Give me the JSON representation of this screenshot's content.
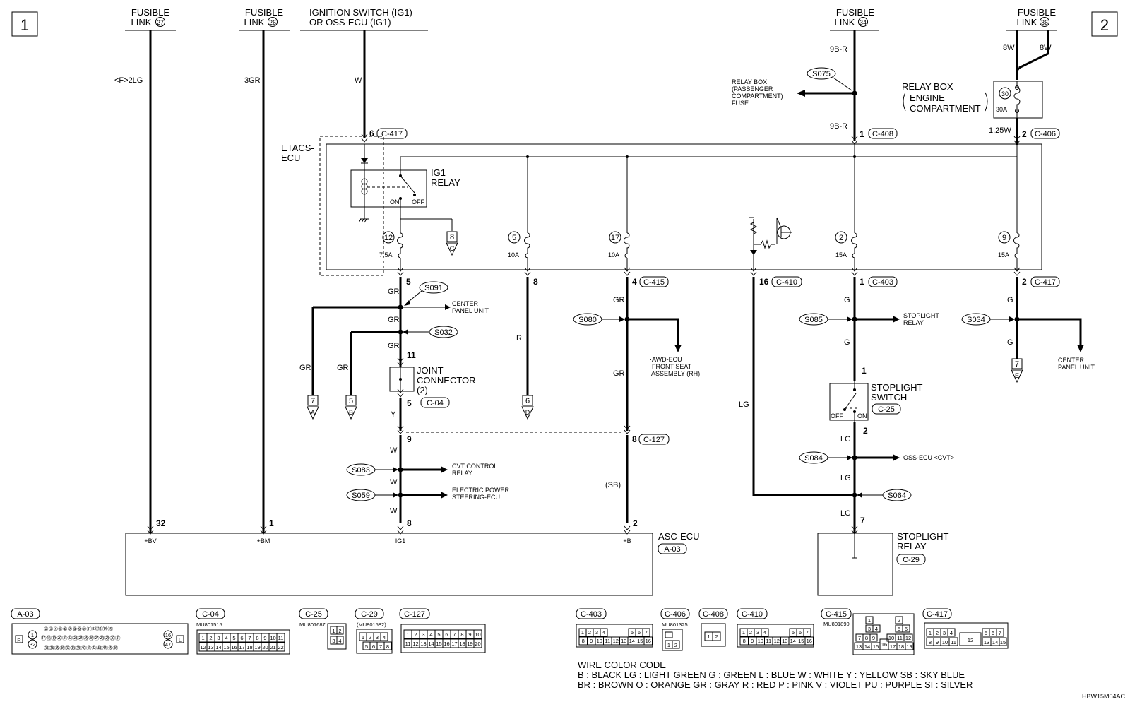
{
  "page_markers": {
    "left": "1",
    "right": "2"
  },
  "sources": {
    "fl27": {
      "line1": "FUSIBLE",
      "line2": "LINK",
      "num": "27",
      "wire": "<F>2LG",
      "pin": "32",
      "ecu_pin": "+BV"
    },
    "fl26": {
      "line1": "FUSIBLE",
      "line2": "LINK",
      "num": "26",
      "wire": "3GR",
      "pin": "1",
      "ecu_pin": "+BM"
    },
    "ign": {
      "line1": "IGNITION SWITCH (IG1)",
      "line2": "OR OSS-ECU (IG1)",
      "wire": "W",
      "pin": "6",
      "conn": "C-417"
    },
    "fl34": {
      "line1": "FUSIBLE",
      "line2": "LINK",
      "num": "34",
      "wire_top": "9B-R",
      "wire_bot": "9B-R",
      "pin": "1",
      "conn": "C-408"
    },
    "fl36": {
      "line1": "FUSIBLE",
      "line2": "LINK",
      "num": "36",
      "wire_a": "8W",
      "wire_b": "8W",
      "wire_bot": "1.25W",
      "pin": "2",
      "conn": "C-406"
    }
  },
  "relay_box_pass": {
    "line1": "RELAY BOX",
    "line2": "(PASSENGER",
    "line3": "COMPARTMENT)",
    "line4": "FUSE",
    "splice": "S075"
  },
  "relay_box_eng": {
    "line1": "RELAY BOX",
    "line2": "ENGINE",
    "line3": "COMPARTMENT",
    "fuse_num": "30",
    "fuse_amp": "30A"
  },
  "etacs": {
    "line1": "ETACS-",
    "line2": "ECU",
    "relay_line1": "IG1",
    "relay_line2": "RELAY",
    "on": "ON",
    "off": "OFF",
    "fuses": [
      {
        "num": "12",
        "amp": "7.5A"
      },
      {
        "num": "5",
        "amp": "10A"
      },
      {
        "num": "17",
        "amp": "10A"
      },
      {
        "num": "2",
        "amp": "15A"
      },
      {
        "num": "9",
        "amp": "15A"
      }
    ],
    "to_c": {
      "pin": "8",
      "letter": "C"
    }
  },
  "connections": {
    "c1": {
      "pin": "5"
    },
    "c2": {
      "pin": "8"
    },
    "c3": {
      "pin": "4",
      "conn": "C-415"
    },
    "c4": {
      "pin": "16",
      "conn": "C-410"
    },
    "c5": {
      "pin": "1",
      "conn": "C-403"
    },
    "c6": {
      "pin": "2",
      "conn": "C-417"
    }
  },
  "ig1_branch": {
    "s091": "S091",
    "center_panel_1": "CENTER",
    "center_panel_2": "PANEL UNIT",
    "s032": "S032",
    "wire_gr": "GR",
    "to_a": {
      "pin": "7",
      "letter": "A"
    },
    "to_b": {
      "pin": "5",
      "letter": "B"
    },
    "joint_pin_top": "11",
    "joint_1": "JOINT",
    "joint_2": "CONNECTOR",
    "joint_3": "(2)",
    "joint_pin_bot": "5",
    "joint_conn": "C-04",
    "wire_y": "Y",
    "pin_9": "9",
    "wire_w": "W",
    "s083": "S083",
    "cvt_1": "CVT CONTROL",
    "cvt_2": "RELAY",
    "s059": "S059",
    "eps_1": "ELECTRIC POWER",
    "eps_2": "STEERING-ECU",
    "pin_8": "8",
    "ecu_pin": "IG1"
  },
  "r_branch": {
    "wire": "R",
    "to_d": {
      "pin": "6",
      "letter": "D"
    }
  },
  "gr_branch": {
    "s080": "S080",
    "awd_1": "·AWD-ECU",
    "awd_2": "·FRONT SEAT",
    "awd_3": "ASSEMBLY (RH)",
    "pin_8": "8",
    "conn": "C-127",
    "sb": "(SB)",
    "pin_2": "2",
    "ecu_pin": "+B"
  },
  "stoplight": {
    "s085": "S085",
    "relay_1": "STOPLIGHT",
    "relay_2": "RELAY",
    "pin_1": "1",
    "sw_1": "STOPLIGHT",
    "sw_2": "SWITCH",
    "sw_conn": "C-25",
    "off": "OFF",
    "on": "ON",
    "pin_2": "2",
    "s084": "S084",
    "oss": "OSS-ECU <CVT>",
    "s064": "S064",
    "pin_7": "7",
    "relay_box_1": "STOPLIGHT",
    "relay_box_2": "RELAY",
    "relay_box_conn": "C-29"
  },
  "wires": {
    "g": "G",
    "lg": "LG",
    "gr": "GR"
  },
  "s034": {
    "label": "S034",
    "center_1": "CENTER",
    "center_2": "PANEL UNIT",
    "to_e": {
      "pin": "7",
      "letter": "E"
    }
  },
  "asc": {
    "line1": "ASC-ECU",
    "conn": "A-03"
  },
  "connectors": [
    {
      "id": "A-03",
      "part": ""
    },
    {
      "id": "C-04",
      "part": "MU801515"
    },
    {
      "id": "C-25",
      "part": "MU801687"
    },
    {
      "id": "C-29",
      "part": "(MU801582)"
    },
    {
      "id": "C-127",
      "part": ""
    },
    {
      "id": "C-403",
      "part": ""
    },
    {
      "id": "C-406",
      "part": "MU801325"
    },
    {
      "id": "C-408",
      "part": ""
    },
    {
      "id": "C-410",
      "part": ""
    },
    {
      "id": "C-415",
      "part": "MU801890"
    },
    {
      "id": "C-417",
      "part": ""
    }
  ],
  "a03_row1": "②③④⑤⑥⑦⑧⑨⑩⑪⑫⑬⑭⑮",
  "a03_row2": "⑰⑱⑲⑳㉑㉒㉓㉔㉕㉖㉗㉘㉙㉚㉛",
  "a03_row3": "㉝㉞㉟㊱㊲㊳㊴㊵㊶㊷㊸㊹㊺㊻",
  "c04_row1": [
    "1",
    "2",
    "3",
    "4",
    "5",
    "6",
    "7",
    "8",
    "9",
    "10",
    "11"
  ],
  "c04_row2": [
    "12",
    "13",
    "14",
    "15",
    "16",
    "17",
    "18",
    "19",
    "20",
    "21",
    "22"
  ],
  "c127_row1": [
    "1",
    "2",
    "3",
    "4",
    "5",
    "6",
    "7",
    "8",
    "9",
    "10"
  ],
  "c127_row2": [
    "11",
    "12",
    "13",
    "14",
    "15",
    "16",
    "17",
    "18",
    "19",
    "20"
  ],
  "c403_row1": [
    "1",
    "2",
    "3",
    "4",
    "5",
    "6",
    "7"
  ],
  "c403_row2": [
    "8",
    "9",
    "10",
    "11",
    "12",
    "13",
    "14",
    "15",
    "16"
  ],
  "legend": {
    "title": "WIRE COLOR CODE",
    "line1": "B : BLACK    LG : LIGHT GREEN    G : GREEN    L : BLUE    W : WHITE    Y : YELLOW    SB : SKY BLUE",
    "line2": "BR : BROWN    O : ORANGE    GR : GRAY    R : RED    P : PINK    V : VIOLET    PU : PURPLE    SI : SILVER"
  },
  "figure_id": "HBW15M04AC"
}
